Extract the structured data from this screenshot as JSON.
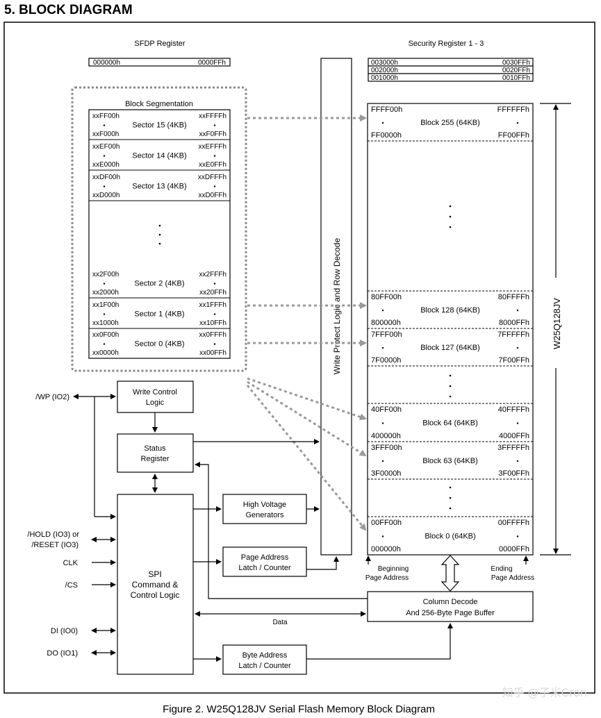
{
  "heading": "5.  BLOCK DIAGRAM",
  "caption": "Figure 2. W25Q128JV Serial Flash Memory Block Diagram",
  "watermark": "知乎 @子米Cron",
  "sfdp": {
    "title": "SFDP Register",
    "start": "000000h",
    "end": "0000FFh"
  },
  "security": {
    "title": "Security Register 1 - 3",
    "rows": [
      {
        "start": "003000h",
        "end": "0030FFh"
      },
      {
        "start": "002000h",
        "end": "0020FFh"
      },
      {
        "start": "001000h",
        "end": "0010FFh"
      }
    ]
  },
  "segmentation": {
    "title": "Block Segmentation",
    "sectors": [
      {
        "a": "xxFF00h",
        "b": "xxFFFFh",
        "c": "xxF000h",
        "d": "xxF0FFh",
        "label": "Sector 15 (4KB)"
      },
      {
        "a": "xxEF00h",
        "b": "xxEFFFh",
        "c": "xxE000h",
        "d": "xxE0FFh",
        "label": "Sector 14 (4KB)"
      },
      {
        "a": "xxDF00h",
        "b": "xxDFFFh",
        "c": "xxD000h",
        "d": "xxD0FFh",
        "label": "Sector 13 (4KB)"
      },
      {
        "a": "xx2F00h",
        "b": "xx2FFFh",
        "c": "xx2000h",
        "d": "xx20FFh",
        "label": "Sector 2 (4KB)"
      },
      {
        "a": "xx1F00h",
        "b": "xx1FFFh",
        "c": "xx1000h",
        "d": "xx10FFh",
        "label": "Sector 1 (4KB)"
      },
      {
        "a": "xx0F00h",
        "b": "xx0FFFh",
        "c": "xx0000h",
        "d": "xx00FFh",
        "label": "Sector 0 (4KB)"
      }
    ]
  },
  "blocks": [
    {
      "a": "FFFF00h",
      "b": "FFFFFFh",
      "c": "FF0000h",
      "d": "FF00FFh",
      "label": "Block 255 (64KB)"
    },
    {
      "a": "80FF00h",
      "b": "80FFFFh",
      "c": "800000h",
      "d": "8000FFh",
      "label": "Block 128 (64KB)"
    },
    {
      "a": "7FFF00h",
      "b": "7FFFFFh",
      "c": "7F0000h",
      "d": "7F00FFh",
      "label": "Block 127 (64KB)"
    },
    {
      "a": "40FF00h",
      "b": "40FFFFh",
      "c": "400000h",
      "d": "4000FFh",
      "label": "Block 64 (64KB)"
    },
    {
      "a": "3FFF00h",
      "b": "3FFFFFh",
      "c": "3F0000h",
      "d": "3F00FFh",
      "label": "Block 63 (64KB)"
    },
    {
      "a": "00FF00h",
      "b": "00FFFFh",
      "c": "000000h",
      "d": "0000FFh",
      "label": "Block 0 (64KB)"
    }
  ],
  "device": "W25Q128JV",
  "write_protect": "Write Protect Logic and Row Decode",
  "write_control": [
    "Write Control",
    "Logic"
  ],
  "status_register": [
    "Status",
    "Register"
  ],
  "high_voltage": [
    "High Voltage",
    "Generators"
  ],
  "page_address": [
    "Page Address",
    "Latch / Counter"
  ],
  "byte_address": [
    "Byte Address",
    "Latch / Counter"
  ],
  "spi": [
    "SPI",
    "Command &",
    "Control Logic"
  ],
  "column_decode": [
    "Column Decode",
    "And 256-Byte Page Buffer"
  ],
  "beginning": [
    "Beginning",
    "Page Address"
  ],
  "ending": [
    "Ending",
    "Page Address"
  ],
  "data_label": "Data",
  "pins": {
    "wp": "/WP (IO2)",
    "hold1": "/HOLD (IO3) or",
    "hold2": "/RESET (IO3)",
    "clk": "CLK",
    "cs": "/CS",
    "di": "DI (IO0)",
    "do": "DO (IO1)"
  }
}
